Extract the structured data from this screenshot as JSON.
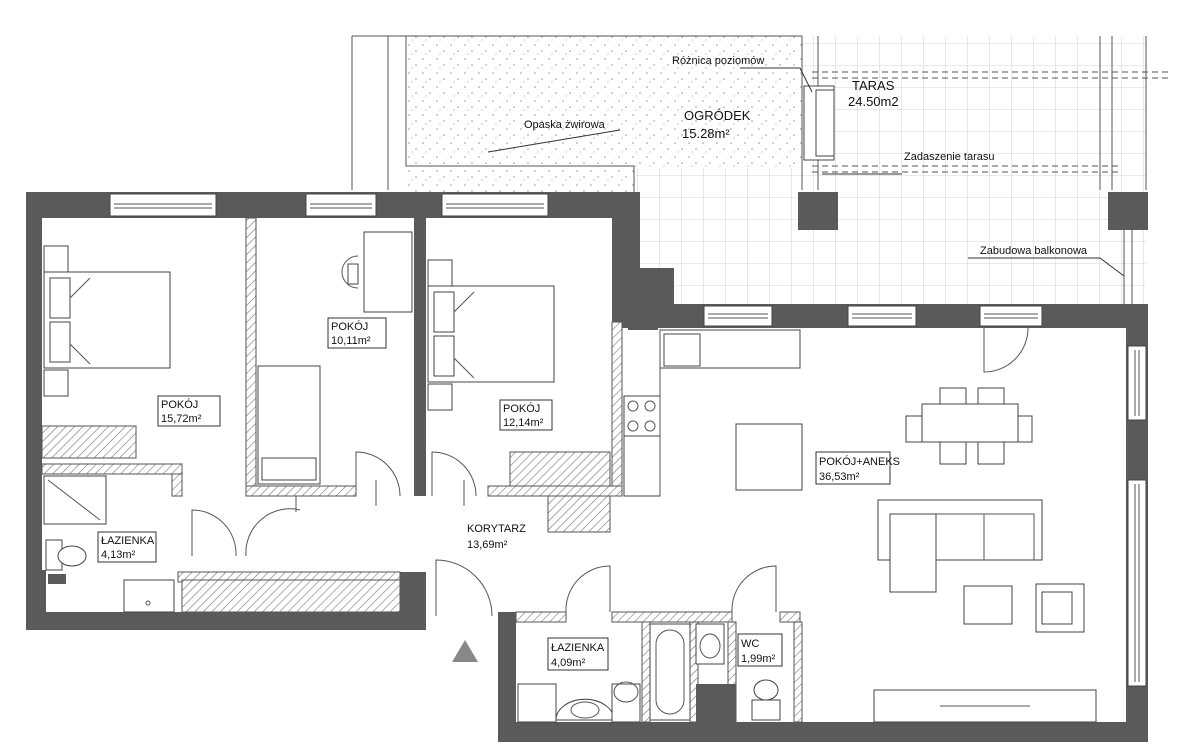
{
  "rooms": {
    "bedroom1": {
      "name": "POKÓJ",
      "area": "15,72m²"
    },
    "bedroom2": {
      "name": "POKÓJ",
      "area": "10,11m²"
    },
    "bedroom3": {
      "name": "POKÓJ",
      "area": "12,14m²"
    },
    "bathroom1": {
      "name": "ŁAZIENKA",
      "area": "4,13m²"
    },
    "bathroom2": {
      "name": "ŁAZIENKA",
      "area": "4,09m²"
    },
    "corridor": {
      "name": "KORYTARZ",
      "area": "13,69m²"
    },
    "living": {
      "name": "POKÓJ+ANEKS",
      "area": "36,53m²"
    },
    "wc": {
      "name": "WC",
      "area": "1,99m²"
    },
    "garden": {
      "name": "OGRÓDEK",
      "area": "15.28m²"
    },
    "terrace": {
      "name": "TARAS",
      "area": "24.50m2"
    }
  },
  "annotations": {
    "gravel": "Opaska żwirowa",
    "level_diff": "Różnica poziomów",
    "terrace_roof": "Zadaszenie tarasu",
    "balcony": "Zabudowa balkonowa"
  },
  "colors": {
    "wall": "#5a5a5a",
    "hatch": "#777777",
    "background": "#ffffff"
  },
  "icons": {
    "entrance": "entrance-arrow-icon"
  }
}
